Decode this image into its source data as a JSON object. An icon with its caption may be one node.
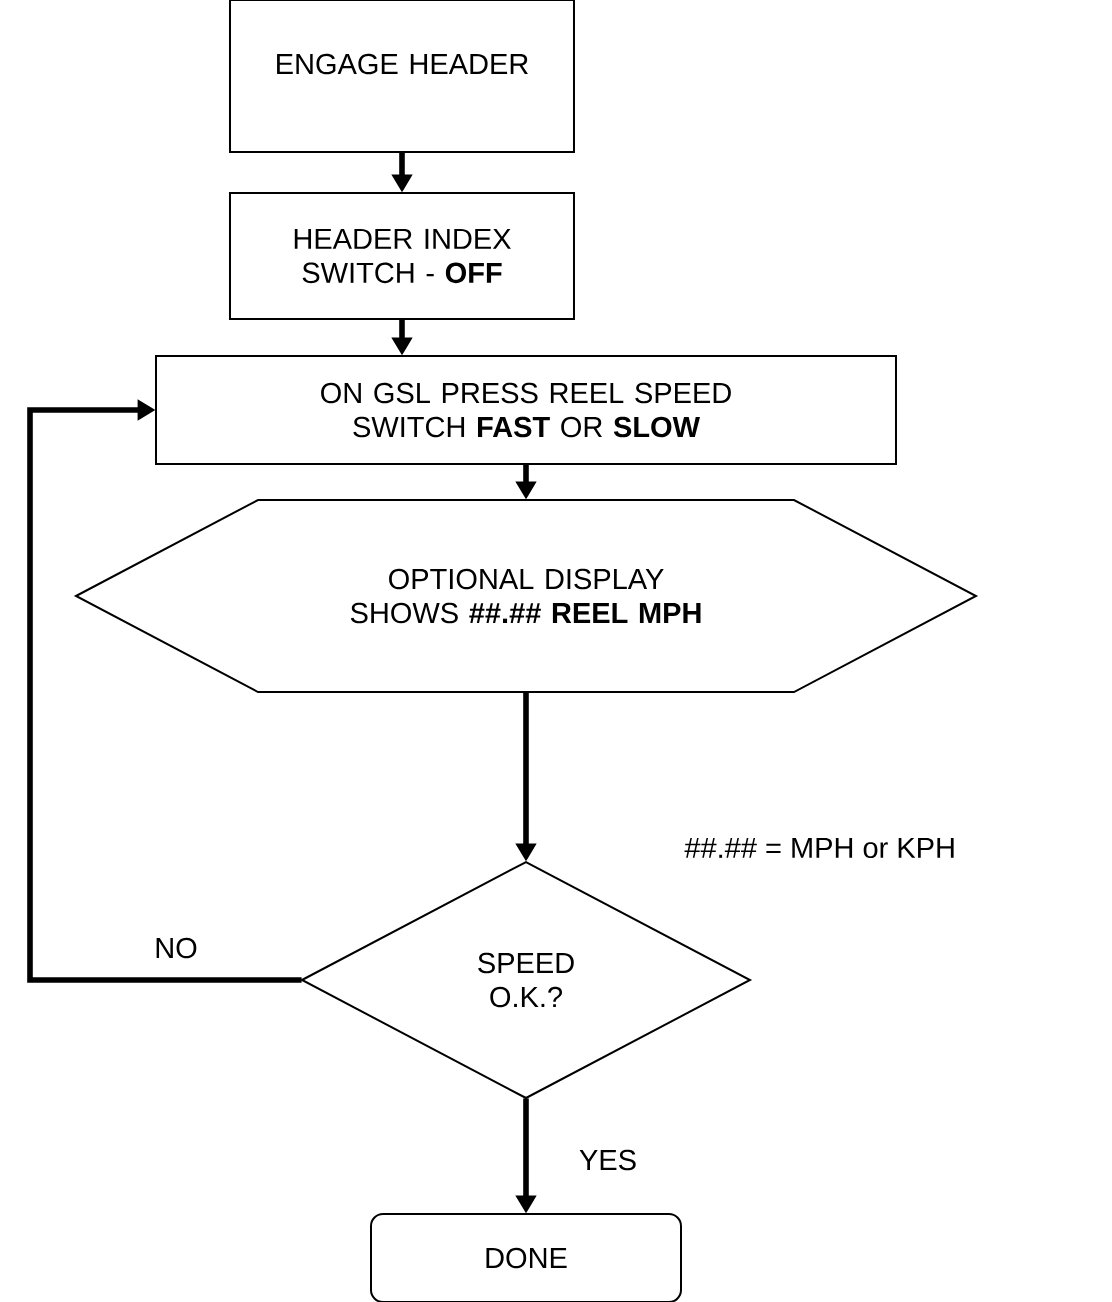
{
  "diagram": {
    "nodes": [
      {
        "text": [
          "ENGAGE HEADER"
        ]
      },
      {
        "text": [
          "HEADER INDEX SWITCH - **OFF**"
        ]
      },
      {
        "text": [
          "ON GSL PRESS REEL SPEED SWITCH **FAST** OR **SLOW**"
        ]
      },
      {
        "text": [
          "OPTIONAL DISPLAY SHOWS **##.## REEL MPH**"
        ]
      },
      {
        "text": [
          "SPEED O.K.?"
        ]
      },
      {
        "text": [
          "DONE"
        ]
      }
    ],
    "edges": [
      {
        "from": 0,
        "to": 1,
        "arrow": "to"
      },
      {
        "from": 1,
        "to": 2,
        "arrow": "to"
      },
      {
        "from": 2,
        "to": 3,
        "arrow": "to"
      },
      {
        "from": 3,
        "to": 4,
        "arrow": "to"
      },
      {
        "from": 4,
        "to": 5,
        "arrow": "to",
        "label": "YES"
      },
      {
        "from": 4,
        "to": 2,
        "arrow": "to",
        "label": "NO"
      }
    ],
    "labels": [
      "##.## = MPH or KPH"
    ]
  }
}
